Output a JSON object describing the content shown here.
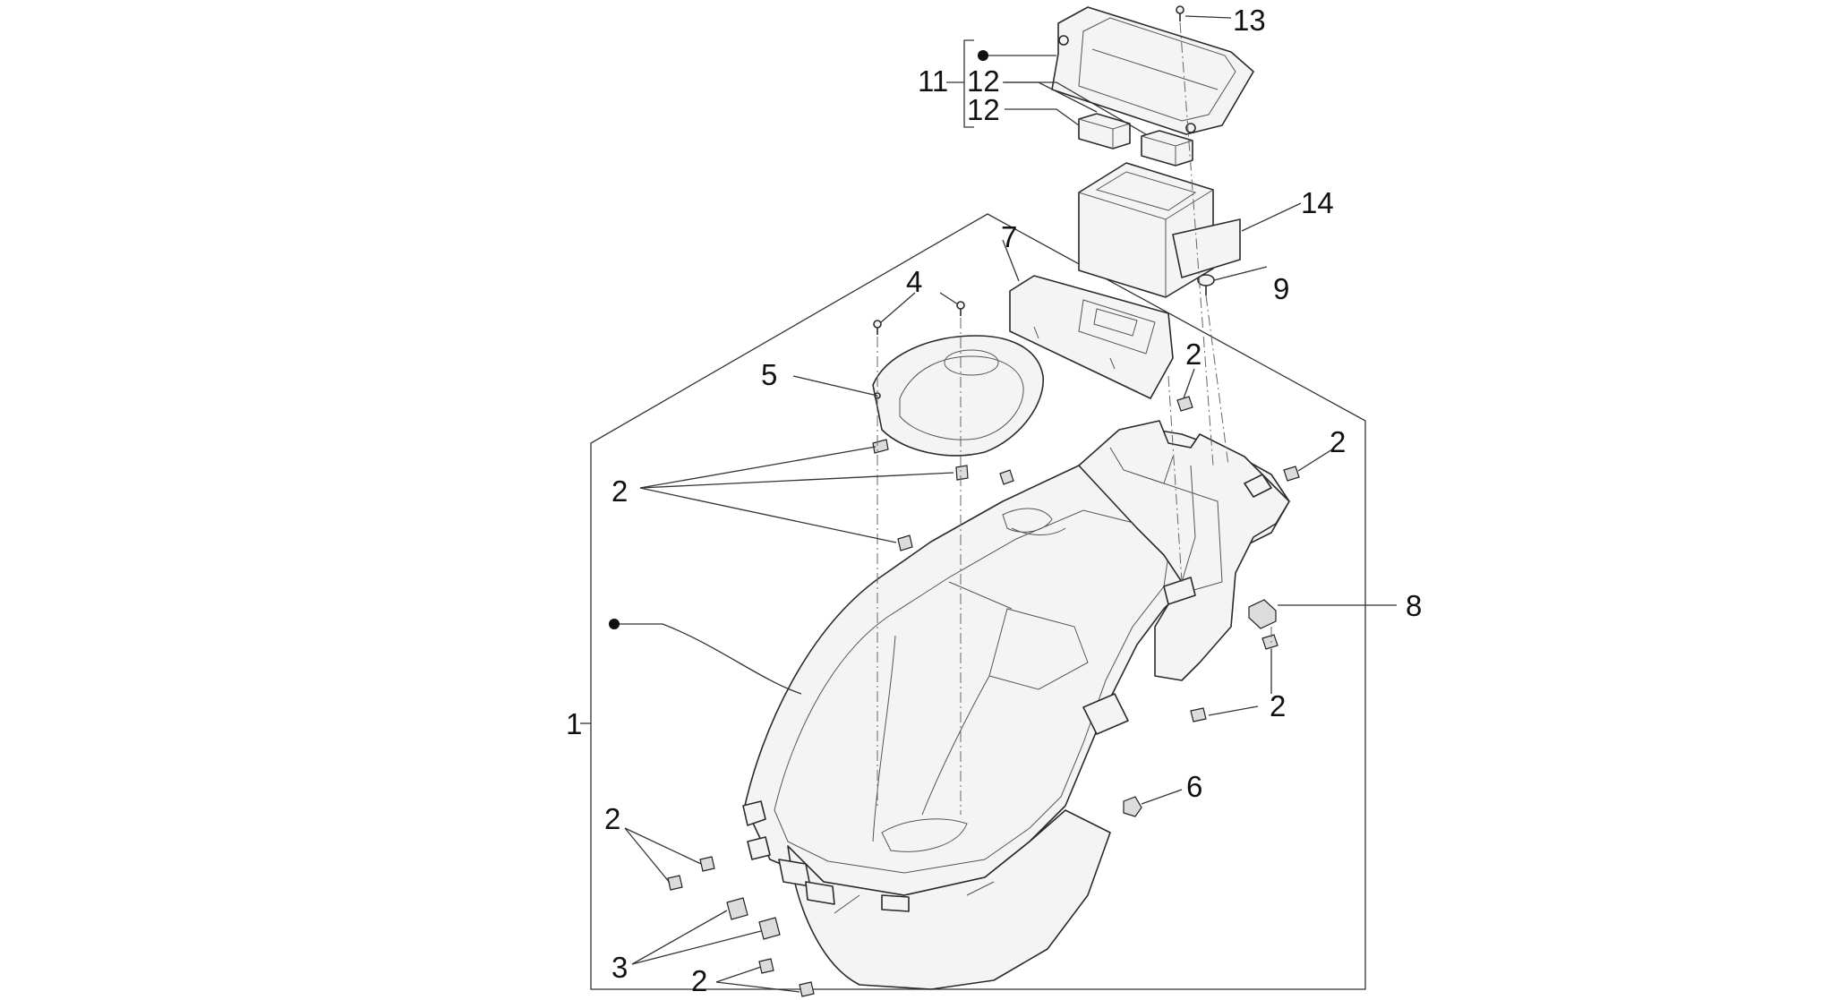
{
  "labels": {
    "l1": "1",
    "l2_left": "2",
    "l2_center": "2",
    "l2_right": "2",
    "l2_right_low": "2",
    "l2_bottom_left": "2",
    "l2_bottom": "2",
    "l3": "3",
    "l4": "4",
    "l5": "5",
    "l6": "6",
    "l7": "7",
    "l8": "8",
    "l9": "9",
    "l11": "11",
    "l12_a": "12",
    "l12_b": "12",
    "l13": "13",
    "l14": "14"
  },
  "colors": {
    "line": "#2a2a2a",
    "part_fill": "#f4f4f4",
    "background": "#ffffff"
  }
}
